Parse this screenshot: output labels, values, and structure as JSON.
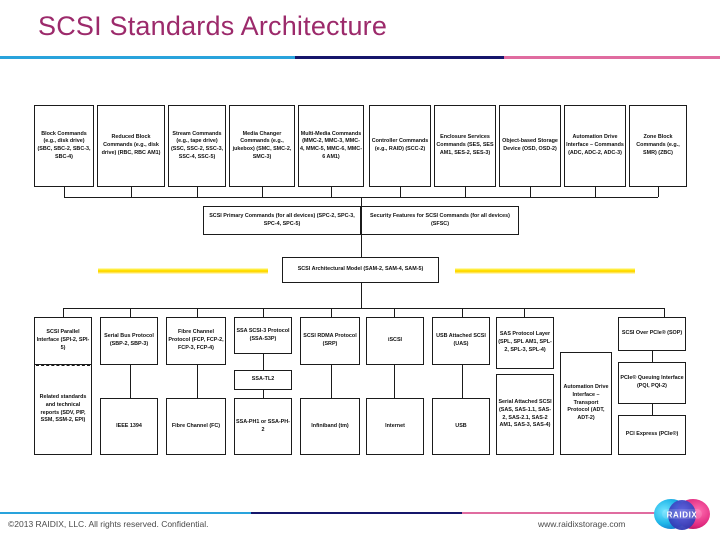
{
  "slide": {
    "title": "SCSI Standards Architecture",
    "title_color": "#9c2a6b",
    "rule_colors": {
      "left": "#29a3dc",
      "middle": "#15166b",
      "right": "#e06ca0"
    }
  },
  "diagram": {
    "device_type_commands": [
      {
        "id": "block-commands",
        "text": "Block Commands (e.g., disk drive) (SBC, SBC-2, SBC-3, SBC-4)"
      },
      {
        "id": "reduced-block-commands",
        "text": "Reduced Block Commands (e.g., disk drive) (RBC, RBC AM1)"
      },
      {
        "id": "stream-commands",
        "text": "Stream Commands (e.g., tape drive) (SSC, SSC-2, SSC-3, SSC-4, SSC-5)"
      },
      {
        "id": "media-changer-commands",
        "text": "Media Changer Commands (e.g., jukebox) (SMC, SMC-2, SMC-3)"
      },
      {
        "id": "multi-media-commands",
        "text": "Multi-Media Commands (MMC-2, MMC-3, MMC-4, MMC-5, MMC-6, MMC-6 AM1)"
      },
      {
        "id": "controller-commands",
        "text": "Controller Commands (e.g., RAID) (SCC-2)"
      },
      {
        "id": "enclosure-services",
        "text": "Enclosure Services Commands (SES, SES AM1, SES-2, SES-3)"
      },
      {
        "id": "object-based-storage",
        "text": "Object-based Storage Device (OSD, OSD-2)"
      },
      {
        "id": "automation-drive-commands",
        "text": "Automation Drive Interface – Commands (ADC, ADC-2, ADC-3)"
      },
      {
        "id": "zone-block-commands",
        "text": "Zone Block Commands (e.g., SMR) (ZBC)"
      }
    ],
    "shared_command_sets": [
      {
        "id": "scsi-primary-commands",
        "text": "SCSI Primary Commands (for all devices) (SPC-2, SPC-3, SPC-4, SPC-5)"
      },
      {
        "id": "security-features",
        "text": "Security Features for SCSI Commands (for all devices) (SFSC)"
      }
    ],
    "architectural_model": {
      "id": "scsi-architectural-model",
      "text": "SCSI Architectural Model (SAM-2, SAM-4, SAM-5)"
    },
    "interconnect_columns": [
      {
        "id": "scsi-parallel-interface",
        "text": "SCSI Parallel Interface (SPI-2, SPI-5)"
      },
      {
        "id": "related-standards",
        "text": "Related standards and technical reports (SDV, PIP, SSM, SSM-2, EPI)"
      },
      {
        "id": "serial-bus-protocol",
        "text": "Serial Bus Protocol (SBP-2, SBP-3)"
      },
      {
        "id": "ieee-1394",
        "text": "IEEE 1394"
      },
      {
        "id": "fibre-channel-protocol",
        "text": "Fibre Channel Protocol (FCP, FCP-2, FCP-3, FCP-4)"
      },
      {
        "id": "fibre-channel",
        "text": "Fibre Channel (FC)"
      },
      {
        "id": "ssa-scsi-3-protocol",
        "text": "SSA SCSI-3 Protocol (SSA-S3P)"
      },
      {
        "id": "ssa-tl2",
        "text": "SSA-TL2"
      },
      {
        "id": "ssa-ph1-ph2",
        "text": "SSA-PH1 or SSA-PH-2"
      },
      {
        "id": "scsi-rdma-protocol",
        "text": "SCSI RDMA Protocol (SRP)"
      },
      {
        "id": "infiniband",
        "text": "Infiniband (tm)"
      },
      {
        "id": "iscsi",
        "text": "iSCSI"
      },
      {
        "id": "internet",
        "text": "Internet"
      },
      {
        "id": "usb-attached-scsi",
        "text": "USB Attached SCSI (UAS)"
      },
      {
        "id": "usb",
        "text": "USB"
      },
      {
        "id": "sas-protocol-layer",
        "text": "SAS Protocol Layer (SPL, SPL AM1, SPL-2, SPL-3, SPL-4)"
      },
      {
        "id": "serial-attached-scsi",
        "text": "Serial Attached SCSI (SAS, SAS-1.1, SAS-2, SAS-2.1, SAS-2 AM1, SAS-3, SAS-4)"
      },
      {
        "id": "adi-transport-protocol",
        "text": "Automation Drive Interface – Transport Protocol (ADT, ADT-2)"
      },
      {
        "id": "scsi-over-pcie",
        "text": "SCSI Over PCIe® (SOP)"
      },
      {
        "id": "pcie-queuing-interface",
        "text": "PCIe® Queuing Interface (PQI, PQI-2)"
      },
      {
        "id": "pci-express",
        "text": "PCI Express (PCIe®)"
      }
    ],
    "highlight_color": "#ffd400"
  },
  "footer": {
    "copyright": "©2013 RAIDIX, LLC. All rights reserved. Confidential.",
    "url": "www.raidixstorage.com",
    "logo_text": "RAIDIX",
    "logo_colors": {
      "left": "#1fb6e8",
      "mid": "#3a49c8",
      "right": "#e0297e"
    }
  }
}
